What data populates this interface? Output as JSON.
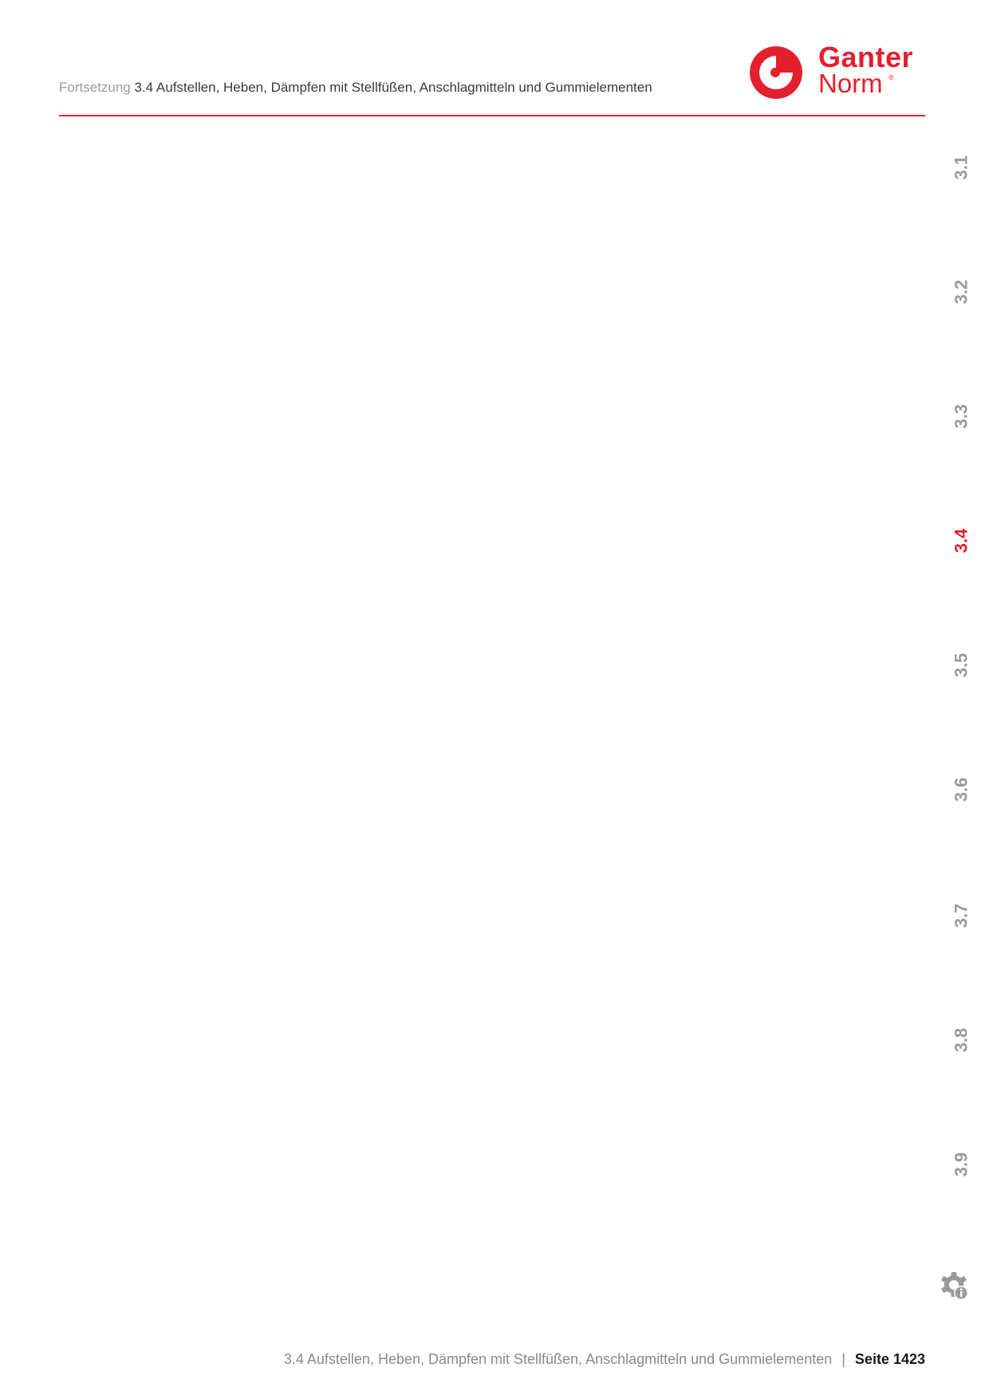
{
  "header": {
    "prefix": "Fortsetzung",
    "title": "3.4 Aufstellen, Heben, Dämpfen mit Stellfüßen, Anschlagmitteln und Gummielementen"
  },
  "logo": {
    "line1": "Ganter",
    "line2": "Norm",
    "registered": "®",
    "color": "#e4202e"
  },
  "side_tabs": [
    {
      "label": "3.1",
      "active": false
    },
    {
      "label": "3.2",
      "active": false
    },
    {
      "label": "3.3",
      "active": false
    },
    {
      "label": "3.4",
      "active": true
    },
    {
      "label": "3.5",
      "active": false
    },
    {
      "label": "3.6",
      "active": false
    },
    {
      "label": "3.7",
      "active": false
    },
    {
      "label": "3.8",
      "active": false
    },
    {
      "label": "3.9",
      "active": false
    }
  ],
  "info_icon": "gear-info-icon",
  "footer": {
    "section": "3.4 Aufstellen, Heben, Dämpfen mit Stellfüßen, Anschlagmitteln und Gummielementen",
    "separator": "|",
    "page": "Seite 1423"
  },
  "colors": {
    "accent": "#e4202e",
    "tab_inactive": "#9a9a9a"
  }
}
